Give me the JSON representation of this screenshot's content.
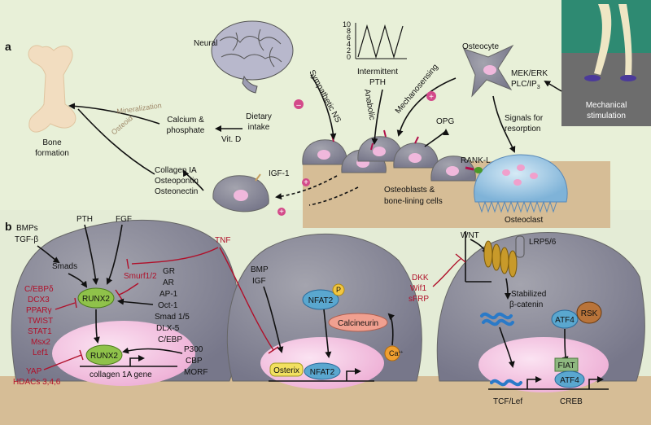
{
  "panel_a": {
    "label": "a",
    "neural": "Neural",
    "intermittent": "Intermittent",
    "pth": "PTH",
    "osteocyte": "Osteocyte",
    "mek": "MEK/ERK",
    "plc": "PLC/IP",
    "plc_sub": "3",
    "mechanical_1": "Mechanical",
    "mechanical_2": "stimulation",
    "sympathetic": "Sympathetic NS",
    "anabolic": "Anabolic",
    "mechanosensing": "Mechanosensing",
    "mineralization": "Mineralization",
    "osteoid": "Osteoid",
    "calcium_1": "Calcium &",
    "calcium_2": "phosphate",
    "dietary_1": "Dietary",
    "dietary_2": "intake",
    "vitd": "Vit. D",
    "bone_formation_1": "Bone",
    "bone_formation_2": "formation",
    "collagen": "Collagen IA",
    "osteopontin": "Osteopontin",
    "osteonectin": "Osteonectin",
    "opg": "OPG",
    "signals_1": "Signals for",
    "signals_2": "resorption",
    "rankl": "RANK-L",
    "igf1": "IGF-1",
    "osteoblasts_1": "Osteoblasts &",
    "osteoblasts_2": "bone-lining cells",
    "osteoclast": "Osteoclast",
    "minus": "–",
    "plus": "+",
    "graph_ticks": [
      "10",
      "8",
      "6",
      "4",
      "2",
      "0"
    ]
  },
  "panel_b": {
    "label": "b",
    "bmps": "BMPs",
    "tgfb": "TGF-β",
    "pth": "PTH",
    "fgf": "FGF",
    "tnf": "TNF",
    "smads": "Smads",
    "smurf": "Smurf1/2",
    "runx2": "RUNX2",
    "runx2_nuc": "RUNX2",
    "collagen_gene": "collagen 1A gene",
    "repressors": [
      "C/EBPδ",
      "DCX3",
      "PPARγ",
      "TWIST",
      "STAT1",
      "Msx2",
      "Lef1"
    ],
    "activators": [
      "GR",
      "AR",
      "AP-1",
      "Oct-1",
      "Smad 1/5",
      "DLX-5",
      "C/EBP"
    ],
    "coactivators": [
      "P300",
      "CBP",
      "MORF"
    ],
    "yap": "YAP",
    "hdacs": "HDACs 3,4,6",
    "bmp": "BMP",
    "igf": "IGF",
    "nfat2": "NFAT2",
    "p": "P",
    "calcineurin": "Calcineurin",
    "ca": "Ca",
    "ca_sup": "++",
    "osterix": "Osterix",
    "nfat2_nuc": "NFAT2",
    "wnt": "WNT",
    "lrp": "LRP5/6",
    "dkk": "DKK",
    "wif": "Wif1",
    "sfrp": "sFRP",
    "stabilized_1": "Stabilized",
    "stabilized_2": "β-catenin",
    "atf4": "ATF4",
    "rsk": "RSK",
    "fiat": "FIAT",
    "atf4_nuc": "ATF4",
    "tcf": "TCF/Lef",
    "creb": "CREB"
  },
  "colors": {
    "background": "#e8f0d8",
    "cell": "#8c8c98",
    "nucleus": "#f4c4e2",
    "bone": "#f2ddc0",
    "runx2": "#8fc24a",
    "nfat": "#5aa7cf",
    "calcineurin": "#f0a090",
    "rsk": "#b9743a",
    "inhibitor_text": "#b0102a"
  }
}
